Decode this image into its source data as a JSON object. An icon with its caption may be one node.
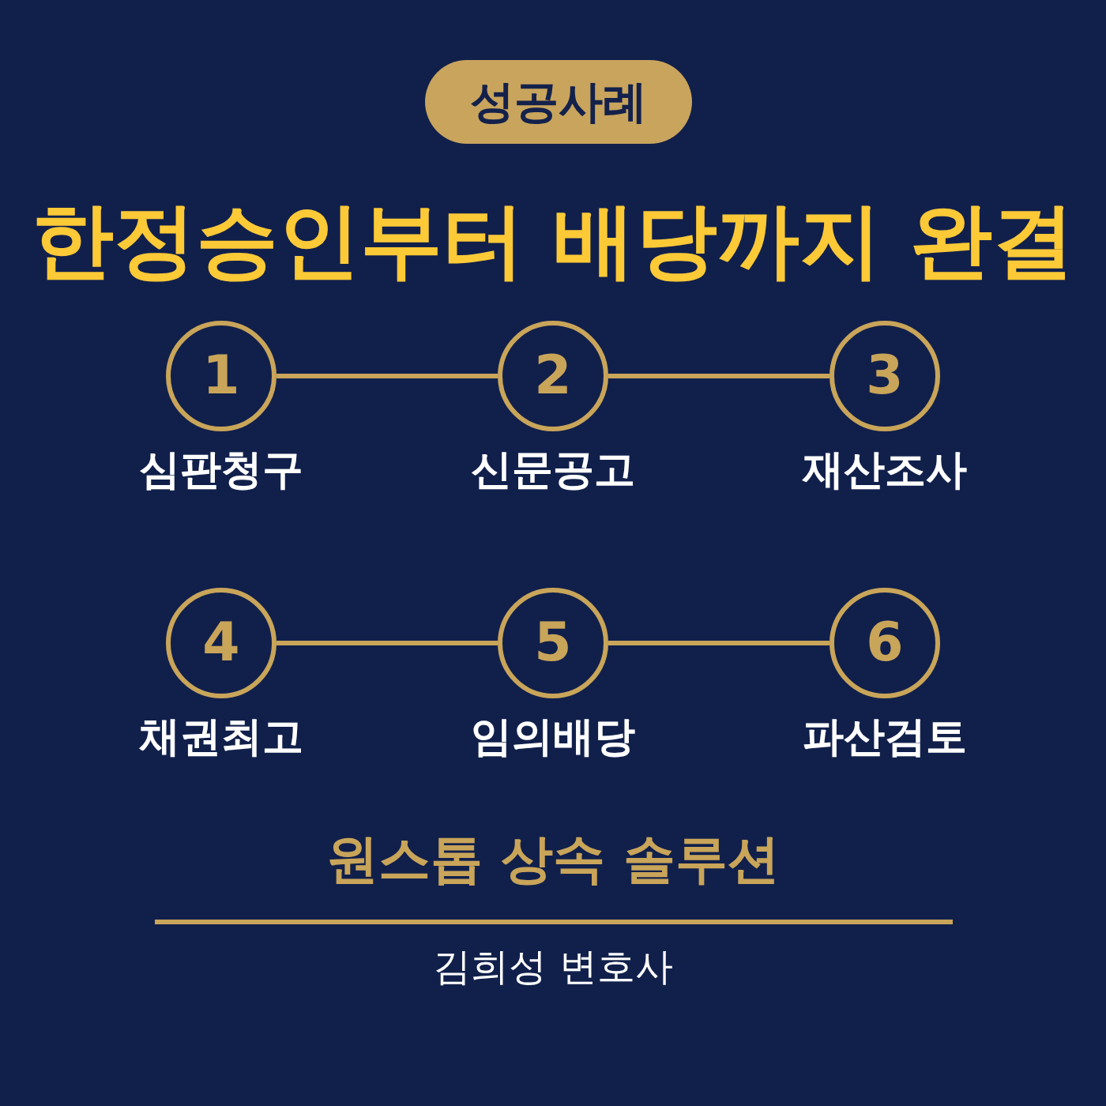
{
  "diagram": {
    "title": "한정승인부터 배당까지 완결",
    "nodes": [
      {
        "text": [
          "성공사례"
        ]
      },
      {
        "text": [
          "1"
        ],
        "beside": [
          "심판청구"
        ]
      },
      {
        "text": [
          "2"
        ],
        "beside": [
          "신문공고"
        ]
      },
      {
        "text": [
          "3"
        ],
        "beside": [
          "재산조사"
        ]
      },
      {
        "text": [
          "4"
        ],
        "beside": [
          "채권최고"
        ]
      },
      {
        "text": [
          "5"
        ],
        "beside": [
          "임의배당"
        ]
      },
      {
        "text": [
          "6"
        ],
        "beside": [
          "파산검토"
        ]
      }
    ],
    "edges": [
      {
        "from": 1,
        "to": 2,
        "arrow": "none"
      },
      {
        "from": 2,
        "to": 3,
        "arrow": "none"
      },
      {
        "from": 4,
        "to": 5,
        "arrow": "none"
      },
      {
        "from": 5,
        "to": 6,
        "arrow": "none"
      }
    ],
    "labels": [
      "원스톱 상속 솔루션",
      "김희성 변호사"
    ]
  }
}
